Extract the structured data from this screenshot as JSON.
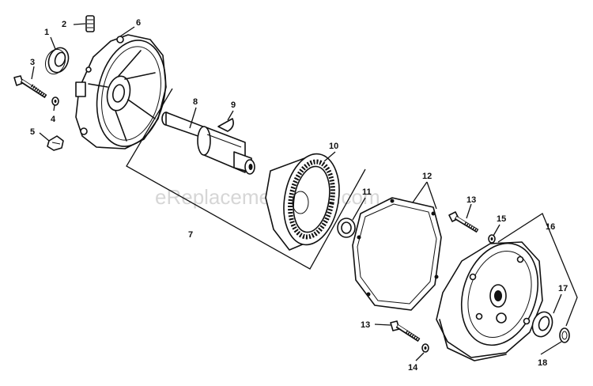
{
  "watermark": "eReplacementParts.com",
  "callouts": {
    "c1": "1",
    "c2": "2",
    "c3": "3",
    "c4": "4",
    "c5": "5",
    "c6": "6",
    "c7": "7",
    "c8": "8",
    "c9": "9",
    "c10": "10",
    "c11": "11",
    "c12": "12",
    "c13a": "13",
    "c13b": "13",
    "c14": "14",
    "c15": "15",
    "c16": "16",
    "c17": "17",
    "c18": "18"
  },
  "colors": {
    "ink": "#111111",
    "background": "#ffffff",
    "watermark": "#cfcfcf"
  }
}
